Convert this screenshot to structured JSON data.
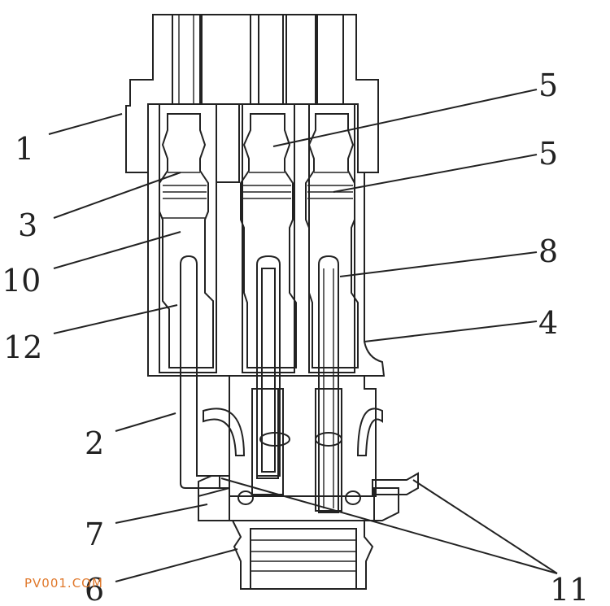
{
  "labels": {
    "l1": "1",
    "l3": "3",
    "l10": "10",
    "l12": "12",
    "l2": "2",
    "l7": "7",
    "l6": "6",
    "l5a": "5",
    "l5b": "5",
    "l8": "8",
    "l4": "4",
    "l11": "11"
  },
  "watermark": "PV001.COM"
}
